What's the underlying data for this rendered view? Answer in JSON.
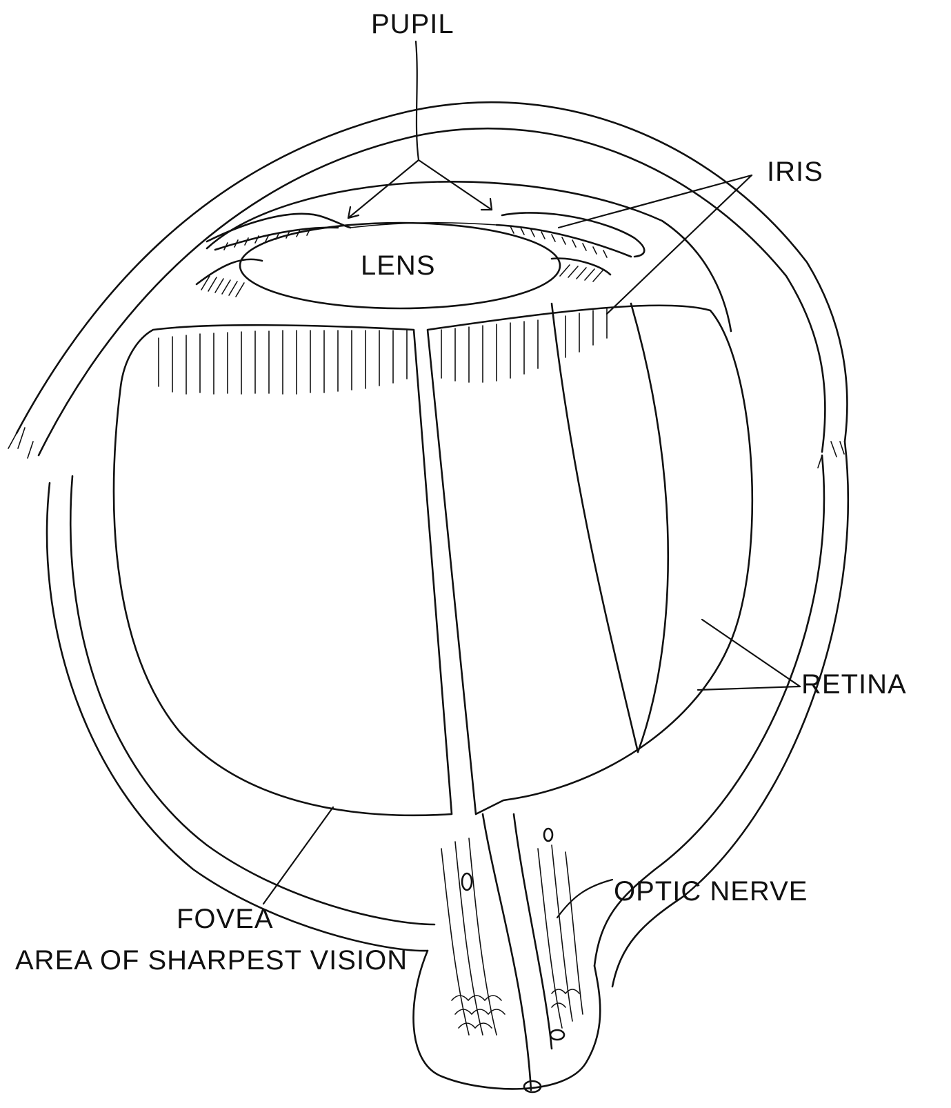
{
  "diagram": {
    "labels": {
      "pupil": "PUPIL",
      "iris": "IRIS",
      "lens": "LENS",
      "retina": "RETINA",
      "optic_nerve": "OPTIC NERVE",
      "fovea": "FOVEA",
      "fovea_note": "AREA OF SHARPEST VISION"
    },
    "colors": {
      "ink": "#111111",
      "paper": "#ffffff"
    }
  }
}
